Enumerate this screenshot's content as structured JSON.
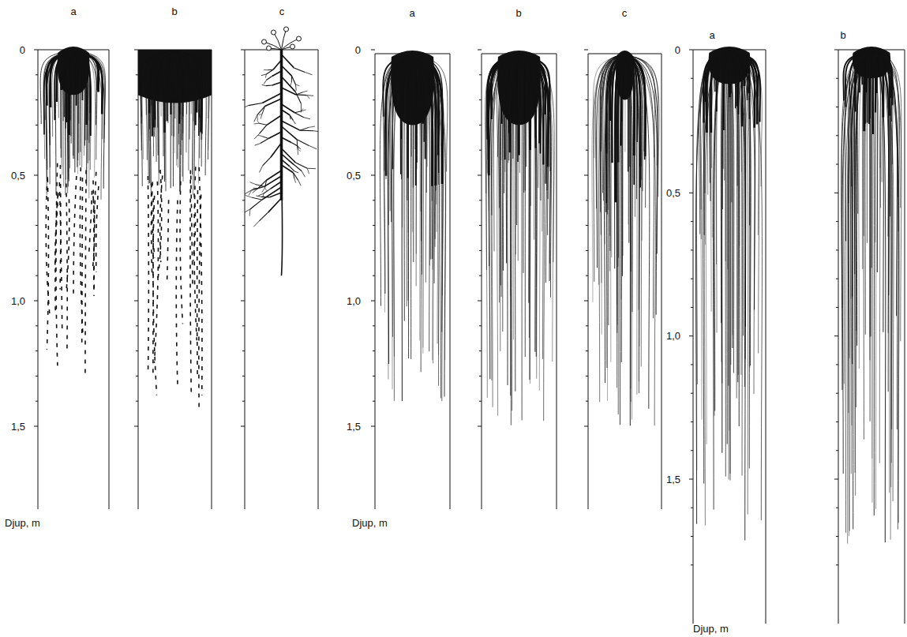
{
  "diagram": {
    "labels": [
      "a",
      "b",
      "c",
      "0",
      "0,5",
      "1,0",
      "1,5",
      "Djup, m",
      "a",
      "b",
      "c",
      "0",
      "0,5",
      "1,0",
      "1,5",
      "Djup, m",
      "a",
      "b",
      "0",
      "0,5",
      "1,0",
      "1,5",
      "Djup, m"
    ]
  }
}
